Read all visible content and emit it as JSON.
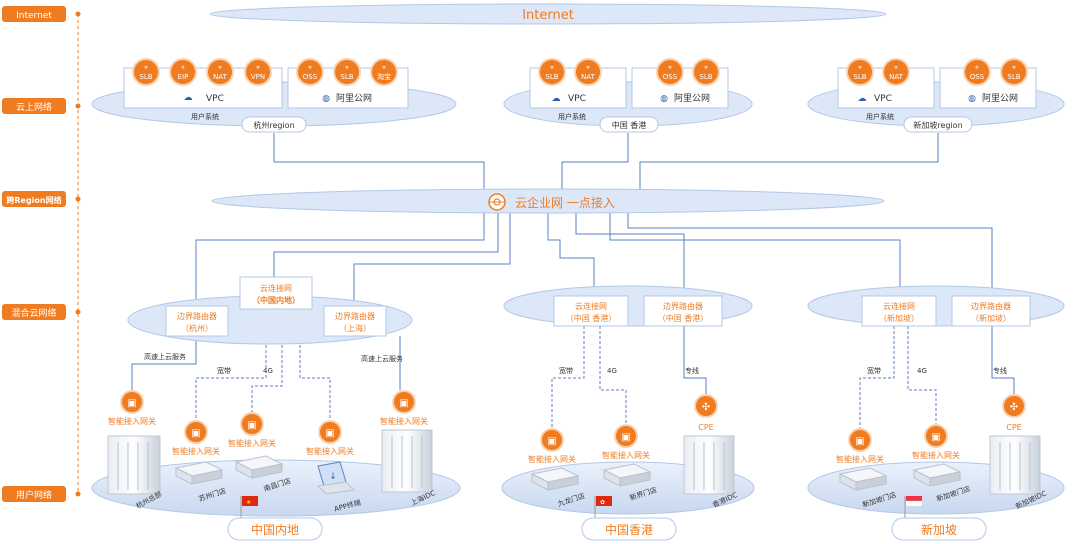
{
  "layers": [
    "Internet",
    "云上网络",
    "跨Region网络",
    "混合云网络",
    "用户网络"
  ],
  "internet": {
    "label": "Internet"
  },
  "cen": {
    "label": "云企业网 一点接入"
  },
  "cloud_regions": [
    {
      "vpc_services": [
        "SLB",
        "EIP",
        "NAT",
        "VPN"
      ],
      "vpc_label": "VPC",
      "public_services": [
        "OSS",
        "SLB",
        "淘宝"
      ],
      "public_label": "阿里公网",
      "user_system": "用户系统",
      "region_tag": "杭州region"
    },
    {
      "vpc_services": [
        "SLB",
        "NAT"
      ],
      "vpc_label": "VPC",
      "public_services": [
        "OSS",
        "SLB"
      ],
      "public_label": "阿里公网",
      "user_system": "用户系统",
      "region_tag": "中国 香港"
    },
    {
      "vpc_services": [
        "SLB",
        "NAT"
      ],
      "vpc_label": "VPC",
      "public_services": [
        "OSS",
        "SLB"
      ],
      "public_label": "阿里公网",
      "user_system": "用户系统",
      "region_tag": "新加坡region"
    }
  ],
  "hybrid": {
    "mainland": {
      "router_hz": [
        "边界路由器",
        "（杭州）"
      ],
      "ccn": [
        "云连接网",
        "（中国内地）"
      ],
      "router_sh": [
        "边界路由器",
        "（上海）"
      ]
    },
    "hk": {
      "ccn": [
        "云连接网",
        "（中国 香港）"
      ],
      "router": [
        "边界路由器",
        "（中国 香港）"
      ]
    },
    "sg": {
      "ccn": [
        "云连接网",
        "（新加坡）"
      ],
      "router": [
        "边界路由器",
        "（新加坡）"
      ]
    }
  },
  "links": {
    "express": "高速上云服务",
    "broadband": "宽带",
    "g4": "4G",
    "leased": "专线"
  },
  "gateway_label": "智能接入网关",
  "cpe_label": "CPE",
  "sites": {
    "mainland": {
      "hq": "杭州总部",
      "store1": "苏州门店",
      "store2": "南昌门店",
      "app": "APP终端",
      "idc": "上海IDC",
      "name": "中国内地"
    },
    "hk": {
      "store1": "九龙门店",
      "store2": "新界门店",
      "idc": "香港IDC",
      "name": "中国香港"
    },
    "sg": {
      "store1": "新加坡门店",
      "store2": "新加坡门店",
      "idc": "新加坡IDC",
      "name": "新加坡"
    }
  },
  "colors": {
    "accent": "#f07c22",
    "ellipse": "#dce7f8",
    "ellipse_stroke": "#b3c7ea",
    "line": "#5b82c7",
    "text": "#333333"
  }
}
